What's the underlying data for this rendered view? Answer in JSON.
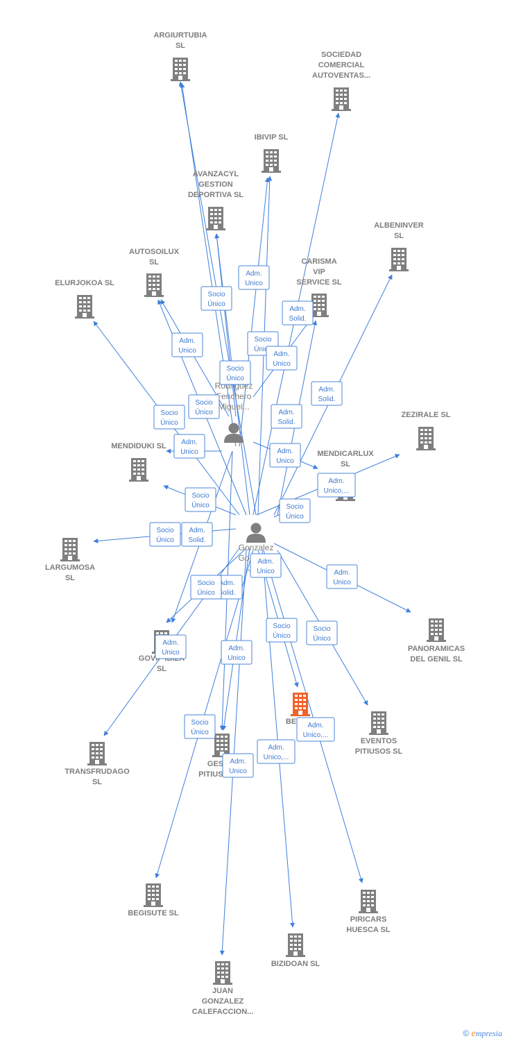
{
  "colors": {
    "edge": "#3f7fdc",
    "building": "#7f7f7f",
    "focus_building": "#f0622a",
    "label": "#7d7d7d",
    "rel_text": "#3d7ad1"
  },
  "persons": [
    {
      "id": "p_rod",
      "lines": [
        "Rodriguez",
        "Fenchero",
        "Miguel..."
      ]
    },
    {
      "id": "p_gon",
      "lines": [
        "Gonzalez",
        "Gonzalez",
        "Ju..."
      ]
    }
  ],
  "companies": [
    {
      "id": "argiurtubia",
      "lines": [
        "ARGIURTUBIA",
        "SL"
      ]
    },
    {
      "id": "sociedad",
      "lines": [
        "SOCIEDAD",
        "COMERCIAL",
        "AUTOVENTAS..."
      ]
    },
    {
      "id": "ibivip",
      "lines": [
        "IBIVIP SL"
      ]
    },
    {
      "id": "avanzacyl",
      "lines": [
        "AVANZACYL",
        "GESTION",
        "DEPORTIVA SL"
      ]
    },
    {
      "id": "albeninver",
      "lines": [
        "ALBENINVER",
        "SL"
      ]
    },
    {
      "id": "autosoilux",
      "lines": [
        "AUTOSOILUX",
        "SL"
      ]
    },
    {
      "id": "carisma",
      "lines": [
        "CARISMA",
        "VIP",
        "SERVICE SL"
      ]
    },
    {
      "id": "elurjokoa",
      "lines": [
        "ELURJOKOA SL"
      ]
    },
    {
      "id": "zezirale",
      "lines": [
        "ZEZIRALE SL"
      ]
    },
    {
      "id": "mendiduki",
      "lines": [
        "MENDIDUKI SL"
      ]
    },
    {
      "id": "mendicarlux",
      "lines": [
        "MENDICARLUX",
        "SL"
      ]
    },
    {
      "id": "largumosa",
      "lines": [
        "LARGUMOSA",
        "SL"
      ]
    },
    {
      "id": "panoramicas",
      "lines": [
        "PANORAMICAS",
        "DEL GENIL SL"
      ]
    },
    {
      "id": "govip",
      "lines": [
        "GOVIP IBIZA",
        "SL"
      ]
    },
    {
      "id": "betid",
      "lines": [
        "BETID..."
      ],
      "focus": true
    },
    {
      "id": "eventos",
      "lines": [
        "EVENTOS",
        "PITIUSOS SL"
      ]
    },
    {
      "id": "transfrudago",
      "lines": [
        "TRANSFRUDAGO",
        "SL"
      ]
    },
    {
      "id": "gestion_pit",
      "lines": [
        "GESTI...",
        "PITIUSAS SL"
      ]
    },
    {
      "id": "begisute",
      "lines": [
        "BEGISUTE SL"
      ]
    },
    {
      "id": "piricars",
      "lines": [
        "PIRICARS",
        "HUESCA SL"
      ]
    },
    {
      "id": "bizidoan",
      "lines": [
        "BIZIDOAN SL"
      ]
    },
    {
      "id": "juan",
      "lines": [
        "JUAN",
        "GONZALEZ",
        "CALEFACCION..."
      ]
    }
  ],
  "relations": [
    {
      "lines": [
        "Adm.",
        "Unico"
      ]
    },
    {
      "lines": [
        "Socio",
        "Único"
      ]
    },
    {
      "lines": [
        "Adm.",
        "Solid."
      ]
    },
    {
      "lines": [
        "Socio",
        "Único"
      ]
    },
    {
      "lines": [
        "Adm.",
        "Unico"
      ]
    },
    {
      "lines": [
        "Adm.",
        "Solid."
      ]
    },
    {
      "lines": [
        "Socio",
        "Único"
      ]
    },
    {
      "lines": [
        "Adm.",
        "Unico"
      ]
    },
    {
      "lines": [
        "Adm.",
        "Solid."
      ]
    },
    {
      "lines": [
        "Socio",
        "Único"
      ]
    },
    {
      "lines": [
        "Socio",
        "Único"
      ]
    },
    {
      "lines": [
        "Socio",
        "Único"
      ]
    },
    {
      "lines": [
        "Adm.",
        "Unico"
      ]
    },
    {
      "lines": [
        "Adm.",
        "Unico"
      ]
    },
    {
      "lines": [
        "Adm.",
        "Unico,..."
      ]
    },
    {
      "lines": [
        "Socio",
        "Único"
      ]
    },
    {
      "lines": [
        "Socio",
        "Único"
      ]
    },
    {
      "lines": [
        "Adm.",
        "Solid."
      ]
    },
    {
      "lines": [
        "Adm.",
        "Unico"
      ]
    },
    {
      "lines": [
        "Adm.",
        "Unico"
      ]
    },
    {
      "lines": [
        "Adm.",
        "Solid."
      ]
    },
    {
      "lines": [
        "Socio",
        "Único"
      ]
    },
    {
      "lines": [
        "Adm.",
        "Unico"
      ]
    },
    {
      "lines": [
        "Adm.",
        "Unico"
      ]
    },
    {
      "lines": [
        "Socio",
        "Único"
      ]
    },
    {
      "lines": [
        "Socio",
        "Único"
      ]
    },
    {
      "lines": [
        "Socio",
        "Único"
      ]
    },
    {
      "lines": [
        "Adm.",
        "Unico,..."
      ]
    },
    {
      "lines": [
        "Adm.",
        "Unico,..."
      ]
    },
    {
      "lines": [
        "Socio",
        "Único"
      ]
    },
    {
      "lines": [
        "Adm.",
        "Unico"
      ]
    }
  ],
  "footer": {
    "copyright": "©",
    "brand_initial": "e",
    "brand_rest": "mpresia"
  }
}
